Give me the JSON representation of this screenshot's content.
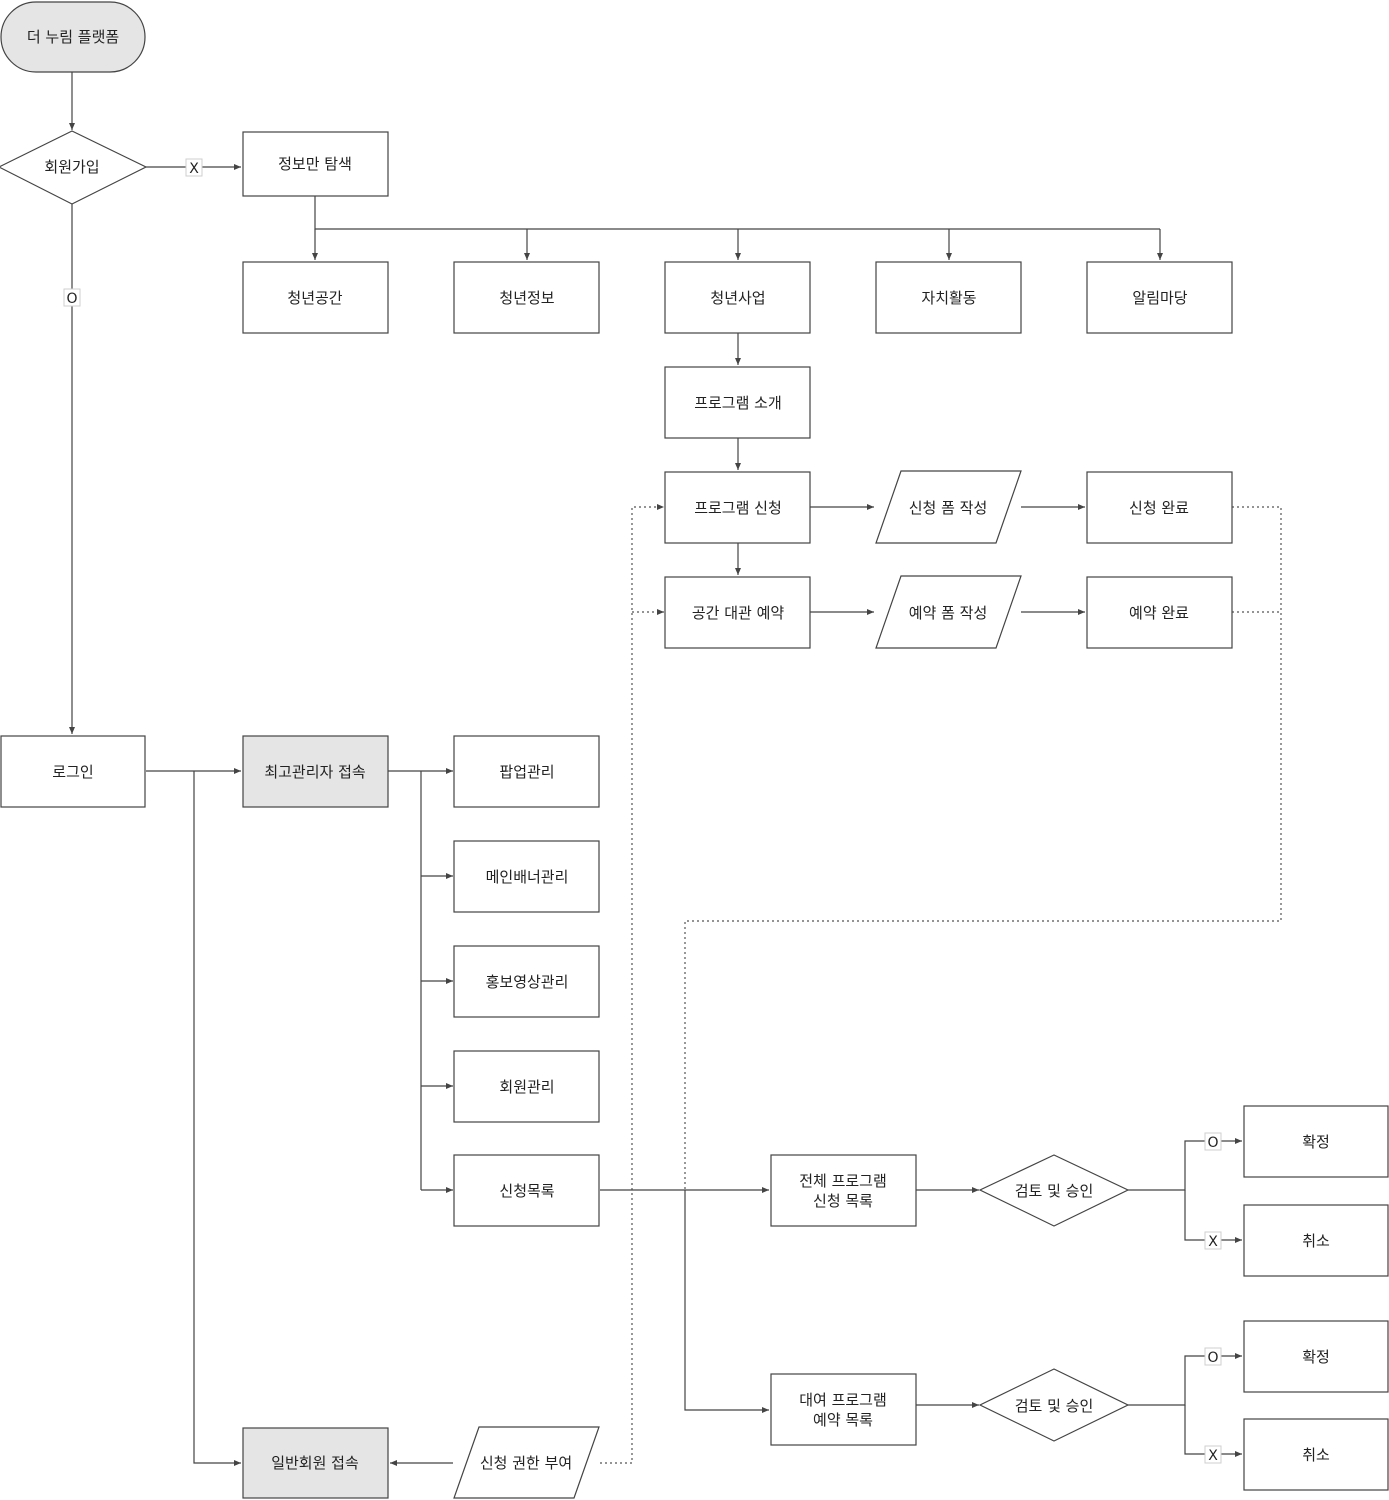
{
  "colors": {
    "line": "#444444",
    "node_fill": "#ffffff",
    "node_fill_highlight": "#e5e5e5",
    "text": "#222222"
  },
  "nodes": {
    "start": "더 누림 플랫폼",
    "signup": "회원가입",
    "info_only": "정보만 탐색",
    "youth_space": "청년공간",
    "youth_info": "청년정보",
    "youth_business": "청년사업",
    "self_govt": "자치활동",
    "notice": "알림마당",
    "program_intro": "프로그램 소개",
    "program_apply": "프로그램 신청",
    "apply_form": "신청 폼 작성",
    "apply_done": "신청 완료",
    "space_rental": "공간 대관 예약",
    "reserve_form": "예약 폼 작성",
    "reserve_done": "예약 완료",
    "login": "로그인",
    "super_admin": "최고관리자 접속",
    "popup_admin": "팝업관리",
    "banner_admin": "메인배너관리",
    "video_admin": "홍보영상관리",
    "member_admin": "회원관리",
    "apply_list": "신청목록",
    "all_program_list": [
      "전체 프로그램",
      "신청 목록"
    ],
    "rental_program_list": [
      "대여 프로그램",
      "예약 목록"
    ],
    "review_approve_1": "검토 및 승인",
    "review_approve_2": "검토 및 승인",
    "confirm_1": "확정",
    "cancel_1": "취소",
    "confirm_2": "확정",
    "cancel_2": "취소",
    "general_member": "일반회원 접속",
    "grant_permission": "신청 권한 부여"
  },
  "edge_labels": {
    "signup_no": "X",
    "signup_yes": "O",
    "review1_yes": "O",
    "review1_no": "X",
    "review2_yes": "O",
    "review2_no": "X"
  }
}
